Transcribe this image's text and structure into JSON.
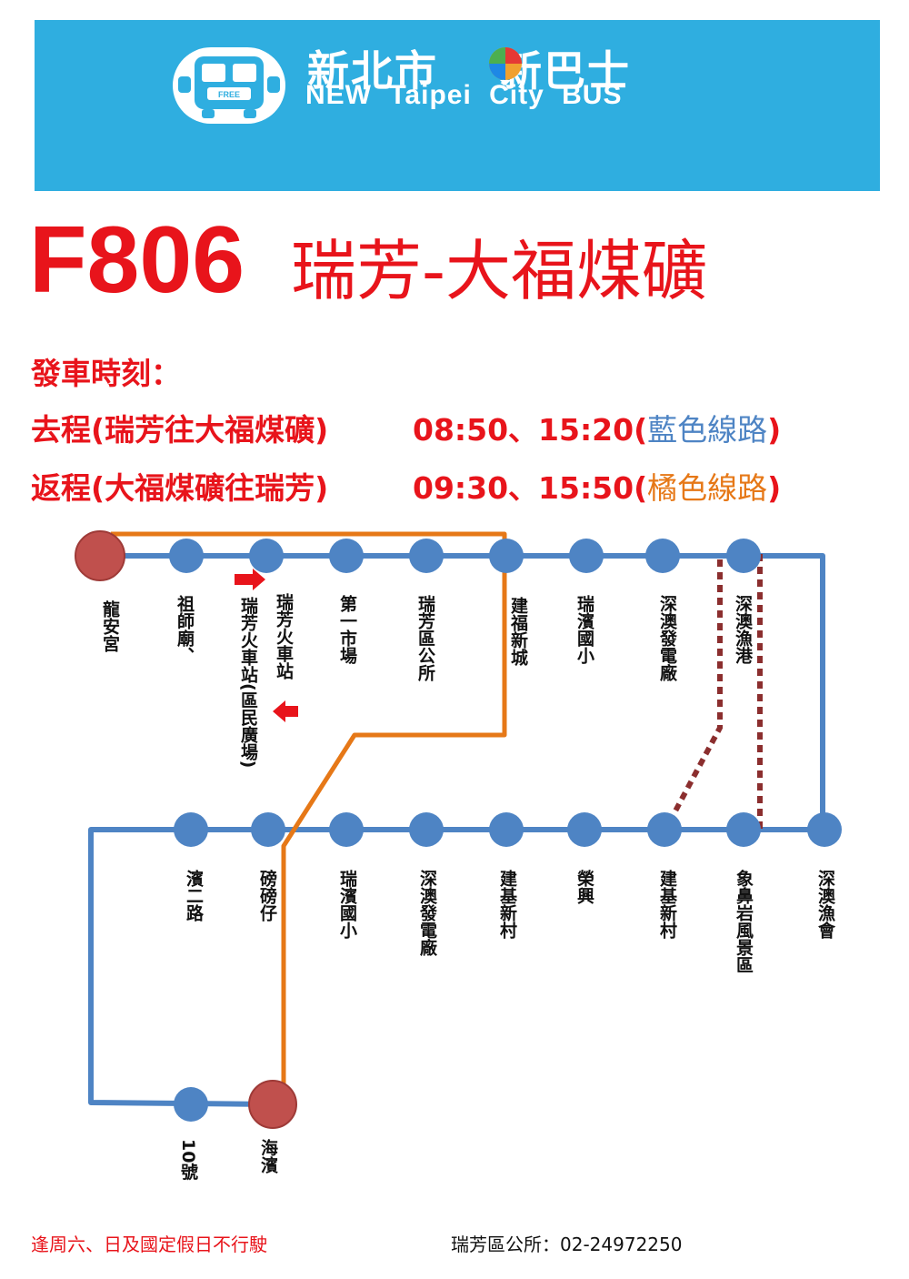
{
  "header": {
    "logo_cn_left": "新北市",
    "logo_cn_right": "新巴士",
    "logo_en": "NEW Taipei City BUS",
    "logo_bus_badge": "FREE"
  },
  "route": {
    "number": "F806",
    "name": "瑞芳-大福煤礦"
  },
  "schedule": {
    "heading": "發車時刻：",
    "outbound_label": "去程(瑞芳往大福煤礦)",
    "outbound_times": "08:50、15:20(",
    "outbound_line": "藍色線路",
    "outbound_close": ")",
    "return_label": "返程(大福煤礦往瑞芳)",
    "return_times": "09:30、15:50(",
    "return_line": "橘色線路",
    "return_close": ")"
  },
  "stops_row1": [
    "龍安宮",
    "祖師廟、",
    "瑞芳火車站",
    "第一市場",
    "瑞芳區公所",
    "建福新城",
    "瑞濱國小",
    "深澳發電廠",
    "深澳漁港"
  ],
  "stop_extra_row1": "瑞芳火車站(區民廣場)",
  "stops_row2": [
    "濱二路",
    "磅磅仔",
    "瑞濱國小",
    "深澳發電廠",
    "建基新村",
    "榮興",
    "建基新村",
    "象鼻岩風景區",
    "深澳漁會"
  ],
  "stops_row3": [
    "10號",
    "海濱"
  ],
  "footer": {
    "note": "逢周六、日及國定假日不行駛",
    "contact": "瑞芳區公所：02-24972250"
  },
  "colors": {
    "banner": "#2faee0",
    "title_red": "#e8141b",
    "blue_line": "#4e84c4",
    "orange_line": "#e67817",
    "terminal": "#c0504d",
    "dotted": "#8b2e2e"
  }
}
